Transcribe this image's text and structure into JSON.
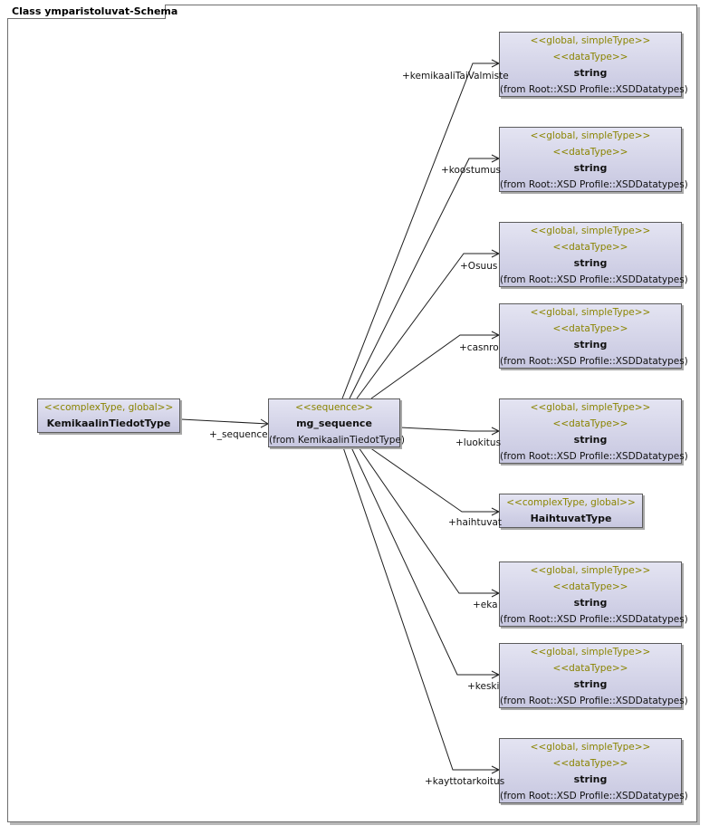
{
  "diagram": {
    "title": "Class ymparistoluvat-Schema"
  },
  "source_class": {
    "stereotype": "<<complexType, global>>",
    "name": "KemikaalinTiedotType"
  },
  "sequence": {
    "stereotype": "<<sequence>>",
    "name": "mg_sequence",
    "from": "(from KemikaalinTiedotType)",
    "role": "+_sequence"
  },
  "targets": [
    {
      "role": "+kemikaaliTaiValmiste",
      "stereotype1": "<<global, simpleType>>",
      "stereotype2": "<<dataType>>",
      "name": "string",
      "from": "(from Root::XSD Profile::XSDDatatypes)"
    },
    {
      "role": "+koostumus",
      "stereotype1": "<<global, simpleType>>",
      "stereotype2": "<<dataType>>",
      "name": "string",
      "from": "(from Root::XSD Profile::XSDDatatypes)"
    },
    {
      "role": "+Osuus",
      "stereotype1": "<<global, simpleType>>",
      "stereotype2": "<<dataType>>",
      "name": "string",
      "from": "(from Root::XSD Profile::XSDDatatypes)"
    },
    {
      "role": "+casnro",
      "stereotype1": "<<global, simpleType>>",
      "stereotype2": "<<dataType>>",
      "name": "string",
      "from": "(from Root::XSD Profile::XSDDatatypes)"
    },
    {
      "role": "+luokitus",
      "stereotype1": "<<global, simpleType>>",
      "stereotype2": "<<dataType>>",
      "name": "string",
      "from": "(from Root::XSD Profile::XSDDatatypes)"
    },
    {
      "role": "+haihtuvat",
      "stereotype1": "<<complexType, global>>",
      "name": "HaihtuvatType"
    },
    {
      "role": "+eka",
      "stereotype1": "<<global, simpleType>>",
      "stereotype2": "<<dataType>>",
      "name": "string",
      "from": "(from Root::XSD Profile::XSDDatatypes)"
    },
    {
      "role": "+keski",
      "stereotype1": "<<global, simpleType>>",
      "stereotype2": "<<dataType>>",
      "name": "string",
      "from": "(from Root::XSD Profile::XSDDatatypes)"
    },
    {
      "role": "+kayttotarkoitus",
      "stereotype1": "<<global, simpleType>>",
      "stereotype2": "<<dataType>>",
      "name": "string",
      "from": "(from Root::XSD Profile::XSDDatatypes)"
    }
  ]
}
